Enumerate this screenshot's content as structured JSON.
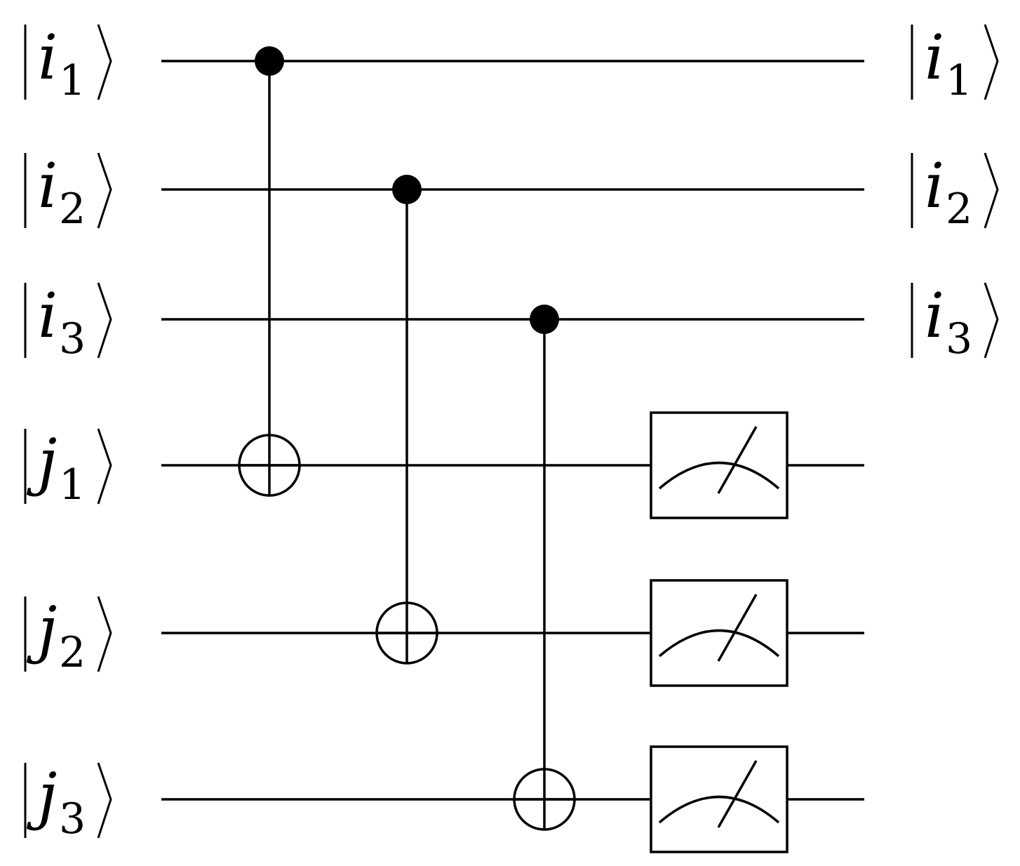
{
  "qubits": [
    {
      "symbol": "i",
      "subscript": "1",
      "output": true,
      "measured": false
    },
    {
      "symbol": "i",
      "subscript": "2",
      "output": true,
      "measured": false
    },
    {
      "symbol": "i",
      "subscript": "3",
      "output": true,
      "measured": false
    },
    {
      "symbol": "j",
      "subscript": "1",
      "output": false,
      "measured": true
    },
    {
      "symbol": "j",
      "subscript": "2",
      "output": false,
      "measured": true
    },
    {
      "symbol": "j",
      "subscript": "3",
      "output": false,
      "measured": true
    }
  ],
  "gates": [
    {
      "type": "cnot",
      "control": 0,
      "target": 3
    },
    {
      "type": "cnot",
      "control": 1,
      "target": 4
    },
    {
      "type": "cnot",
      "control": 2,
      "target": 5
    }
  ]
}
